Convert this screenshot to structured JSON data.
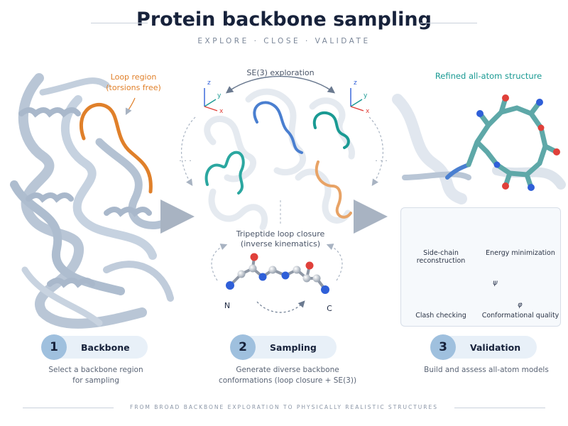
{
  "title": "Protein backbone sampling",
  "subtitle": "EXPLORE · CLOSE · VALIDATE",
  "left": {
    "loop_label_line1": "Loop region",
    "loop_label_line2": "(torsions free)"
  },
  "middle": {
    "se3_label": "SE(3) exploration",
    "closure_line1": "Tripeptide loop closure",
    "closure_line2": "(inverse kinematics)",
    "n_label": "N",
    "c_label": "C",
    "ellipsis_left": "· · ·",
    "ellipsis_right": "· · ·",
    "axis_z": "z",
    "axis_y": "y",
    "axis_x": "x"
  },
  "right": {
    "structure_label": "Refined all-atom structure",
    "cells": {
      "sidechain": "Side-chain reconstruction",
      "energy": "Energy minimization",
      "clash": "Clash checking",
      "quality": "Conformational quality",
      "psi": "ψ",
      "phi": "φ"
    }
  },
  "steps": [
    {
      "num": "1",
      "label": "Backbone",
      "desc_line1": "Select a backbone region",
      "desc_line2": "for sampling"
    },
    {
      "num": "2",
      "label": "Sampling",
      "desc_line1": "Generate diverse backbone",
      "desc_line2": "conformations (loop closure + SE(3))"
    },
    {
      "num": "3",
      "label": "Validation",
      "desc_line1": "Build and assess all-atom models",
      "desc_line2": ""
    }
  ],
  "footer": "FROM BROAD BACKBONE EXPLORATION TO PHYSICALLY REALISTIC STRUCTURES",
  "colors": {
    "backbone": "#b9c6d6",
    "loop": "#e0802a",
    "teal": "#1a9a93",
    "blue": "#4a7fd0",
    "nitrogen": "#2f5fd8",
    "oxygen": "#e0403a",
    "carbon": "#5ea8a8"
  }
}
